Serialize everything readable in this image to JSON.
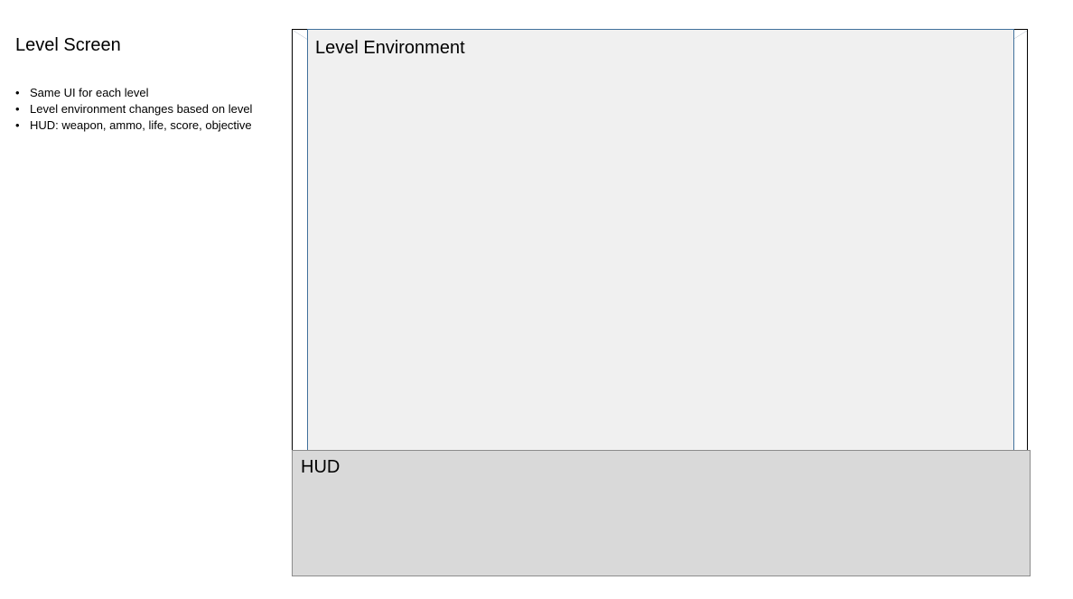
{
  "page_title": "Level Screen",
  "notes": [
    "Same UI for each level",
    "Level environment changes based on level",
    "HUD: weapon, ammo, life, score, objective"
  ],
  "bullet_glyph": "•",
  "wireframe": {
    "level_environment_label": "Level Environment",
    "hud_label": "HUD"
  },
  "colors": {
    "level_environment_fill": "#f0f0f0",
    "level_environment_border": "#41719c",
    "hud_fill": "#d9d9d9",
    "frame_border": "#000000"
  }
}
